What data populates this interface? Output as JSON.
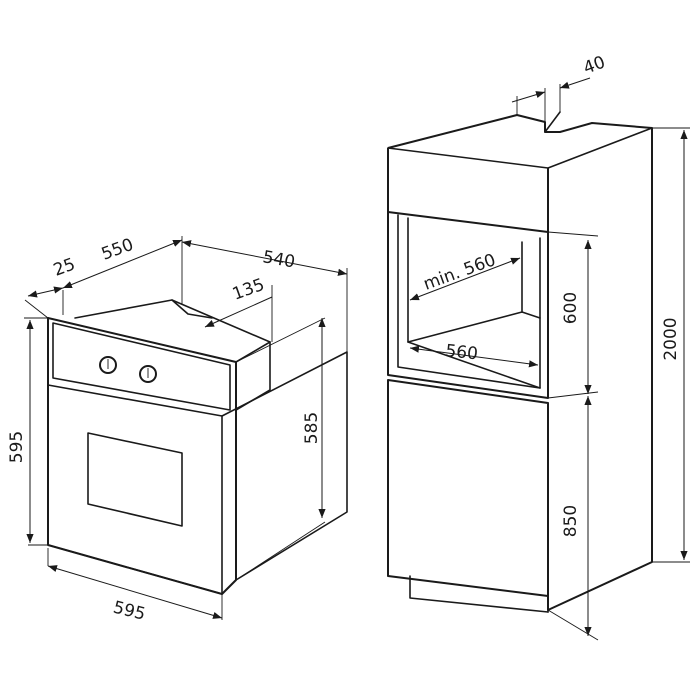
{
  "oven": {
    "labels": {
      "left_gap": "25",
      "depth": "550",
      "total_depth": "540",
      "panel": "135",
      "height": "595",
      "body_height": "585",
      "width": "595"
    },
    "knobs": [
      "knob-left",
      "knob-right"
    ]
  },
  "cabinet": {
    "labels": {
      "top_gap": "40",
      "min_depth": "min. 560",
      "niche_width": "560",
      "niche_height": "600",
      "total_height": "2000",
      "base_height": "850"
    }
  }
}
